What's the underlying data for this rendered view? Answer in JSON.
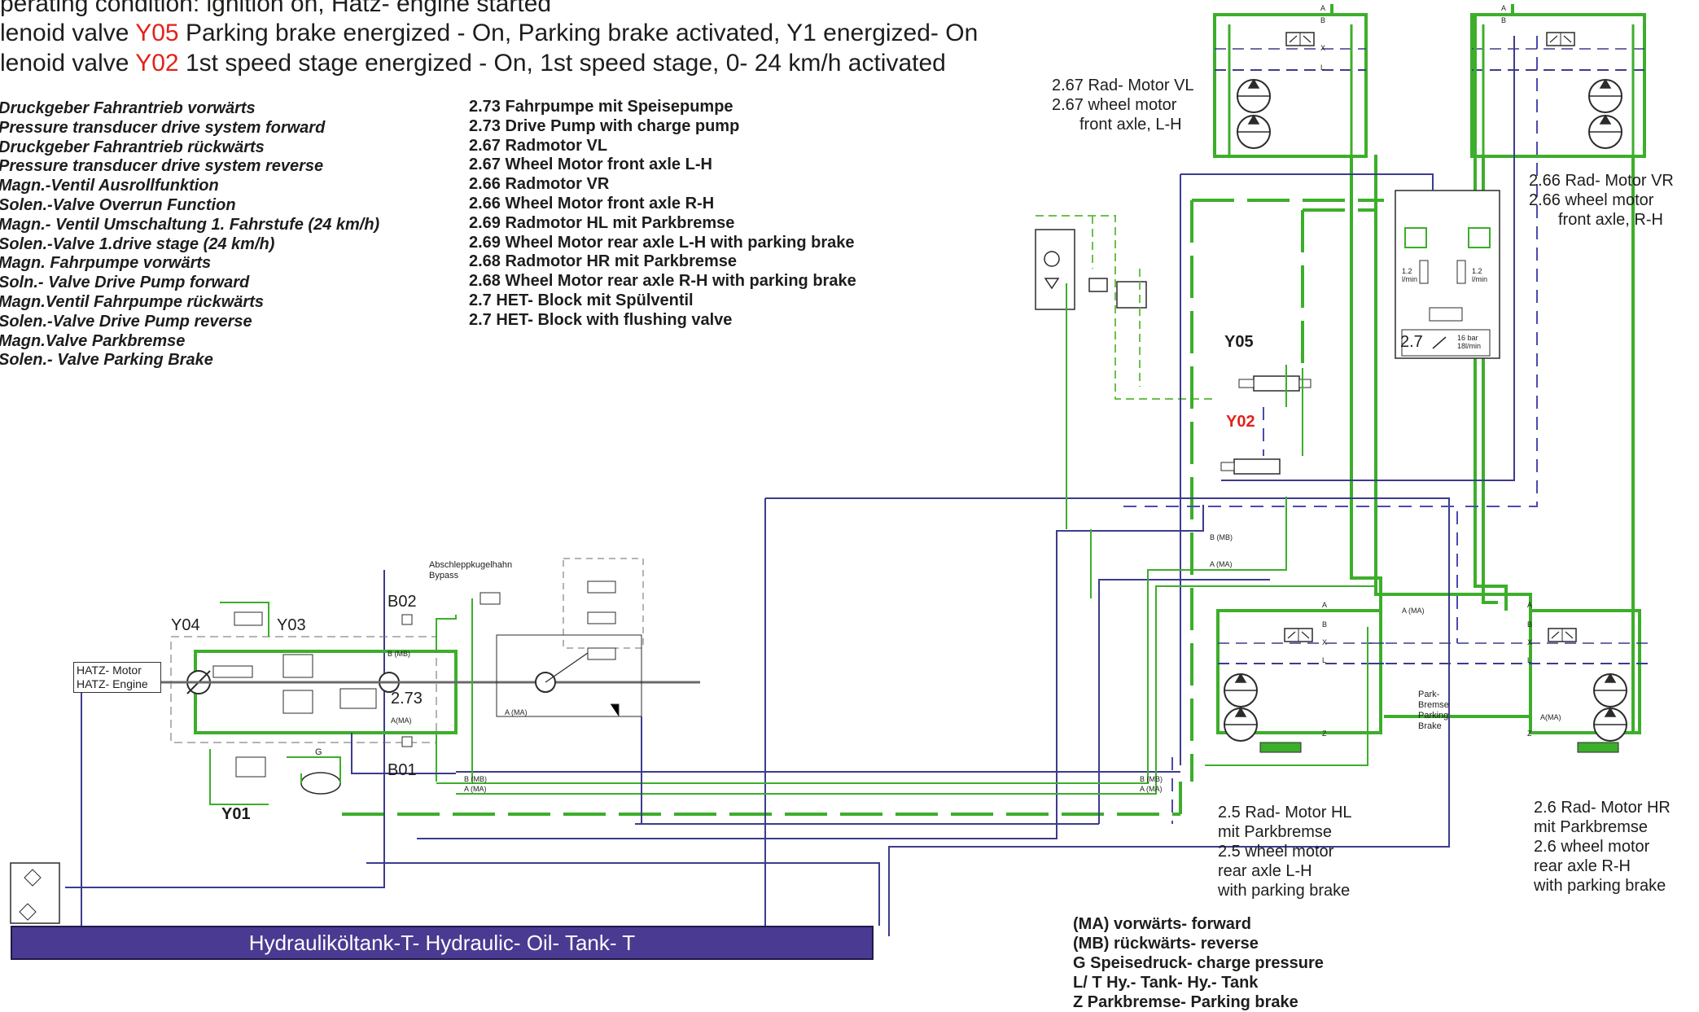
{
  "header": {
    "line1": "perating condition: ignition on, Hatz- engine started",
    "line2_prefix": "lenoid valve ",
    "line2_code": "Y05",
    "line2_text": " Parking brake energized - On, Parking brake activated, Y1 energized- On",
    "line3_prefix": "lenoid valve ",
    "line3_code": "Y02",
    "line3_text": " 1st speed stage energized - On, 1st speed stage, 0- 24 km/h activated"
  },
  "legend_left": [
    "Druckgeber Fahrantrieb vorwärts",
    "Pressure transducer drive system forward",
    "Druckgeber Fahrantrieb rückwärts",
    "Pressure transducer drive system reverse",
    "Magn.-Ventil Ausrollfunktion",
    "Solen.-Valve Overrun Function",
    "Magn.- Ventil Umschaltung 1. Fahrstufe (24 km/h)",
    "Solen.-Valve 1.drive stage (24 km/h)",
    "Magn. Fahrpumpe vorwärts",
    "Soln.- Valve Drive Pump forward",
    "Magn.Ventil Fahrpumpe rückwärts",
    "Solen.-Valve Drive Pump reverse",
    "Magn.Valve Parkbremse",
    "Solen.- Valve Parking Brake"
  ],
  "legend_right": [
    "2.73 Fahrpumpe mit Speisepumpe",
    "2.73 Drive Pump with charge pump",
    "2.67 Radmotor VL",
    "2.67 Wheel Motor front axle L-H",
    "2.66 Radmotor VR",
    "2.66 Wheel Motor front axle R-H",
    "2.69 Radmotor HL mit Parkbremse",
    "2.69 Wheel Motor rear axle L-H with parking brake",
    "2.68 Radmotor HR mit Parkbremse",
    "2.68 Wheel Motor rear axle R-H with parking brake",
    "2.7 HET- Block mit Spülventil",
    "2.7 HET- Block with flushing valve"
  ],
  "motors": {
    "vl": [
      "2.67 Rad- Motor VL",
      "2.67 wheel motor",
      "front axle, L-H"
    ],
    "vr": [
      "2.66 Rad- Motor VR",
      "2.66 wheel motor",
      "front axle, R-H"
    ],
    "hl": [
      "2.5 Rad-   Motor HL",
      "mit Parkbremse",
      "2.5 wheel motor",
      "rear  axle L-H",
      "with parking brake"
    ],
    "hr": [
      "2.6 Rad- Motor HR",
      "mit Parkbremse",
      "2.6 wheel motor",
      "rear axle R-H",
      "with parking brake"
    ]
  },
  "components": {
    "y05": "Y05",
    "y02": "Y02",
    "y04": "Y04",
    "y03": "Y03",
    "y01": "Y01",
    "b02": "B02",
    "b01": "B01",
    "g": "G",
    "pump_273": "2.73",
    "het_27": "2.7",
    "tow_valve": [
      "Abschleppkugelhahn",
      "Bypass"
    ],
    "hatz": [
      "HATZ- Motor",
      "HATZ- Engine"
    ],
    "park_brake": [
      "Park-",
      "Bremse",
      "Parking",
      "Brake"
    ],
    "flow_12": "1.2",
    "flow_unit": "l/min",
    "press_16": "16 bar",
    "flow_18": "18l/min"
  },
  "port_labels": {
    "a": "A",
    "b": "B",
    "x": "X",
    "l": "L",
    "z": "Z",
    "a_ma": "A (MA)",
    "b_mb": "B (MB)",
    "a_ma2": "A(MA)",
    "b_mb2": "B (MB)",
    "a_ma_s": "A (MA)"
  },
  "tank": "Hydrauliköltank-T- Hydraulic- Oil- Tank- T",
  "abbreviations": [
    "(MA)  vorwärts- forward",
    "(MB) rückwärts- reverse",
    "G Speisedruck- charge pressure",
    "L/ T Hy.- Tank- Hy.- Tank",
    "Z Parkbremse- Parking brake"
  ],
  "colors": {
    "charge_green": "#3dae2b",
    "pilot_green": "#6cc04a",
    "return_blue": "#3c3c8c",
    "drain_blue": "#4a4ab0",
    "alert_red": "#e2231a",
    "tank_fill": "#4a3a91"
  }
}
